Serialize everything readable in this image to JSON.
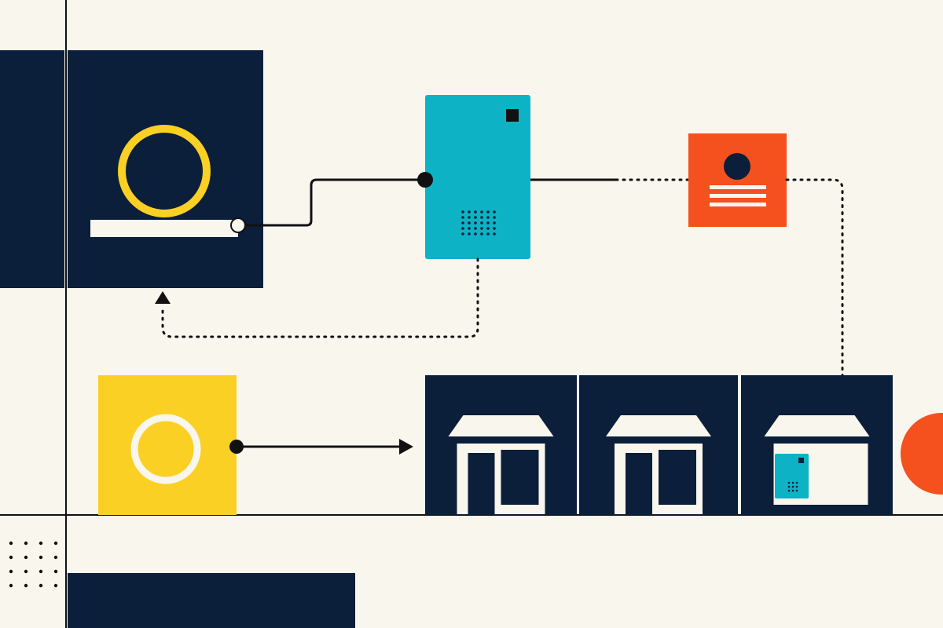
{
  "colors": {
    "background": "#f9f6ee",
    "navy": "#0b1e3a",
    "teal": "#0db3c4",
    "orange_red": "#f4511e",
    "yellow": "#fbd024",
    "cream": "#f9f6ee",
    "ink": "#111111"
  },
  "diagram": {
    "nodes": [
      {
        "id": "source-panel",
        "shape": "navy-square-with-yellow-ring-on-shelf"
      },
      {
        "id": "device-card",
        "shape": "teal-device-with-speaker-grid"
      },
      {
        "id": "profile-card",
        "shape": "orange-card-with-avatar-and-lines"
      },
      {
        "id": "yellow-block",
        "shape": "yellow-square-with-cream-ring"
      },
      {
        "id": "house-1",
        "shape": "navy-panel-with-empty-house"
      },
      {
        "id": "house-2",
        "shape": "navy-panel-with-empty-house"
      },
      {
        "id": "house-3",
        "shape": "navy-panel-with-house-holding-device"
      }
    ],
    "connectors": [
      {
        "from": "source-panel",
        "to": "device-card",
        "style": "solid"
      },
      {
        "from": "device-card",
        "to": "profile-card",
        "style": "solid-then-dotted"
      },
      {
        "from": "device-card",
        "to": "source-panel",
        "style": "dotted",
        "arrow": "up"
      },
      {
        "from": "profile-card",
        "to": "house-3",
        "style": "dotted",
        "arrow": "down"
      },
      {
        "from": "yellow-block",
        "to": "house-1",
        "style": "solid",
        "arrow": "right"
      }
    ]
  }
}
